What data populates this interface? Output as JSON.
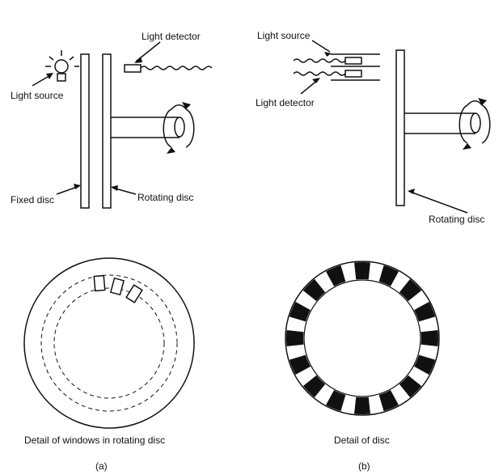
{
  "labels": {
    "a_light_detector": "Light detector",
    "a_light_source": "Light source",
    "a_fixed_disc": "Fixed disc",
    "a_rotating_disc": "Rotating disc",
    "b_light_source": "Light source",
    "b_light_detector": "Light detector",
    "b_rotating_disc": "Rotating disc",
    "a_detail_caption": "Detail of windows in rotating disc",
    "b_detail_caption": "Detail of disc",
    "panel_a": "(a)",
    "panel_b": "(b)"
  },
  "disc_b": {
    "segment_count": 16
  },
  "colors": {
    "line": "#111111",
    "fill": "#111111",
    "background": "#ffffff"
  }
}
